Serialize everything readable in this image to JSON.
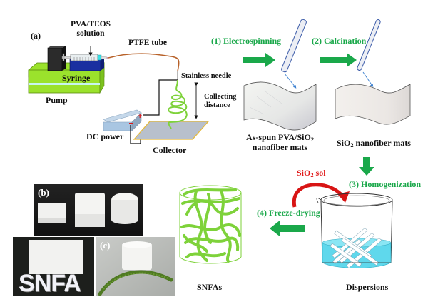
{
  "panel_a": {
    "label": "(a)",
    "solution_label_line1": "PVA/TEOS",
    "solution_label_line2": "solution",
    "tube_label": "PTFE tube",
    "syringe_label": "Syringe",
    "pump_label": "Pump",
    "needle_label": "Stainless needle",
    "distance_label_line1": "Collecting",
    "distance_label_line2": "distance",
    "power_label": "DC power",
    "collector_label": "Collector",
    "plus_sign": "+",
    "minus_sign": "-"
  },
  "steps": [
    {
      "label": "(1) Electrospinning"
    },
    {
      "label": "(2) Calcination"
    },
    {
      "label": "(3) Homogenization"
    },
    {
      "label": "(4) Freeze-drying"
    }
  ],
  "mats": {
    "as_spun_line1_prefix": "As-spun PVA/SiO",
    "as_spun_line1_sub": "2",
    "as_spun_line2": "nanofiber mats",
    "sio2_prefix": "SiO",
    "sio2_sub": "2",
    "sio2_suffix": " nanofiber mats"
  },
  "sol": {
    "prefix": "SiO",
    "sub": "2",
    "suffix": " sol"
  },
  "dispersions_label": "Dispersions",
  "snfas_label": "SNFAs",
  "photos": {
    "b_label": "(b)",
    "c_label": "(c)",
    "snfa_text": "SNFA"
  },
  "colors": {
    "step_green": "#1aa84a",
    "sol_red": "#e01818",
    "fiber_green": "#7ed23a",
    "pump_green": "#9be22c",
    "syringe_blue": "#1a2fa0",
    "liquid_cyan": "#5fd8ec"
  }
}
